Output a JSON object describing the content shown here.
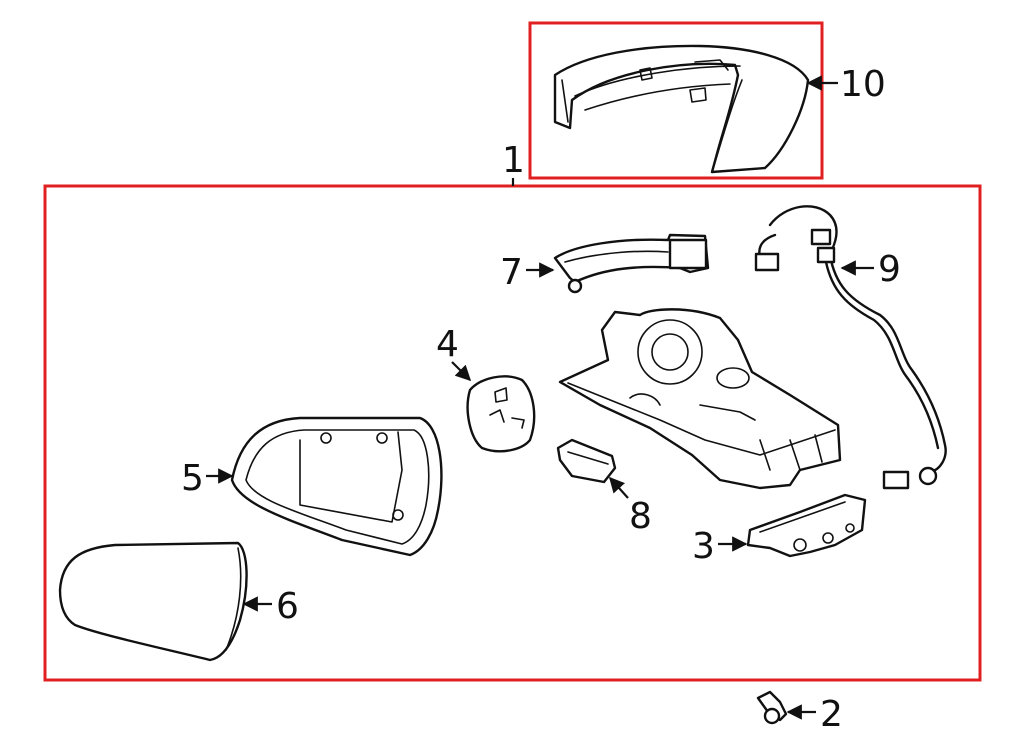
{
  "colors": {
    "highlight_box": "#e02020",
    "line": "#111111",
    "background": "#ffffff"
  },
  "callouts": {
    "c1": "1",
    "c2": "2",
    "c3": "3",
    "c4": "4",
    "c5": "5",
    "c6": "6",
    "c7": "7",
    "c8": "8",
    "c9": "9",
    "c10": "10"
  }
}
